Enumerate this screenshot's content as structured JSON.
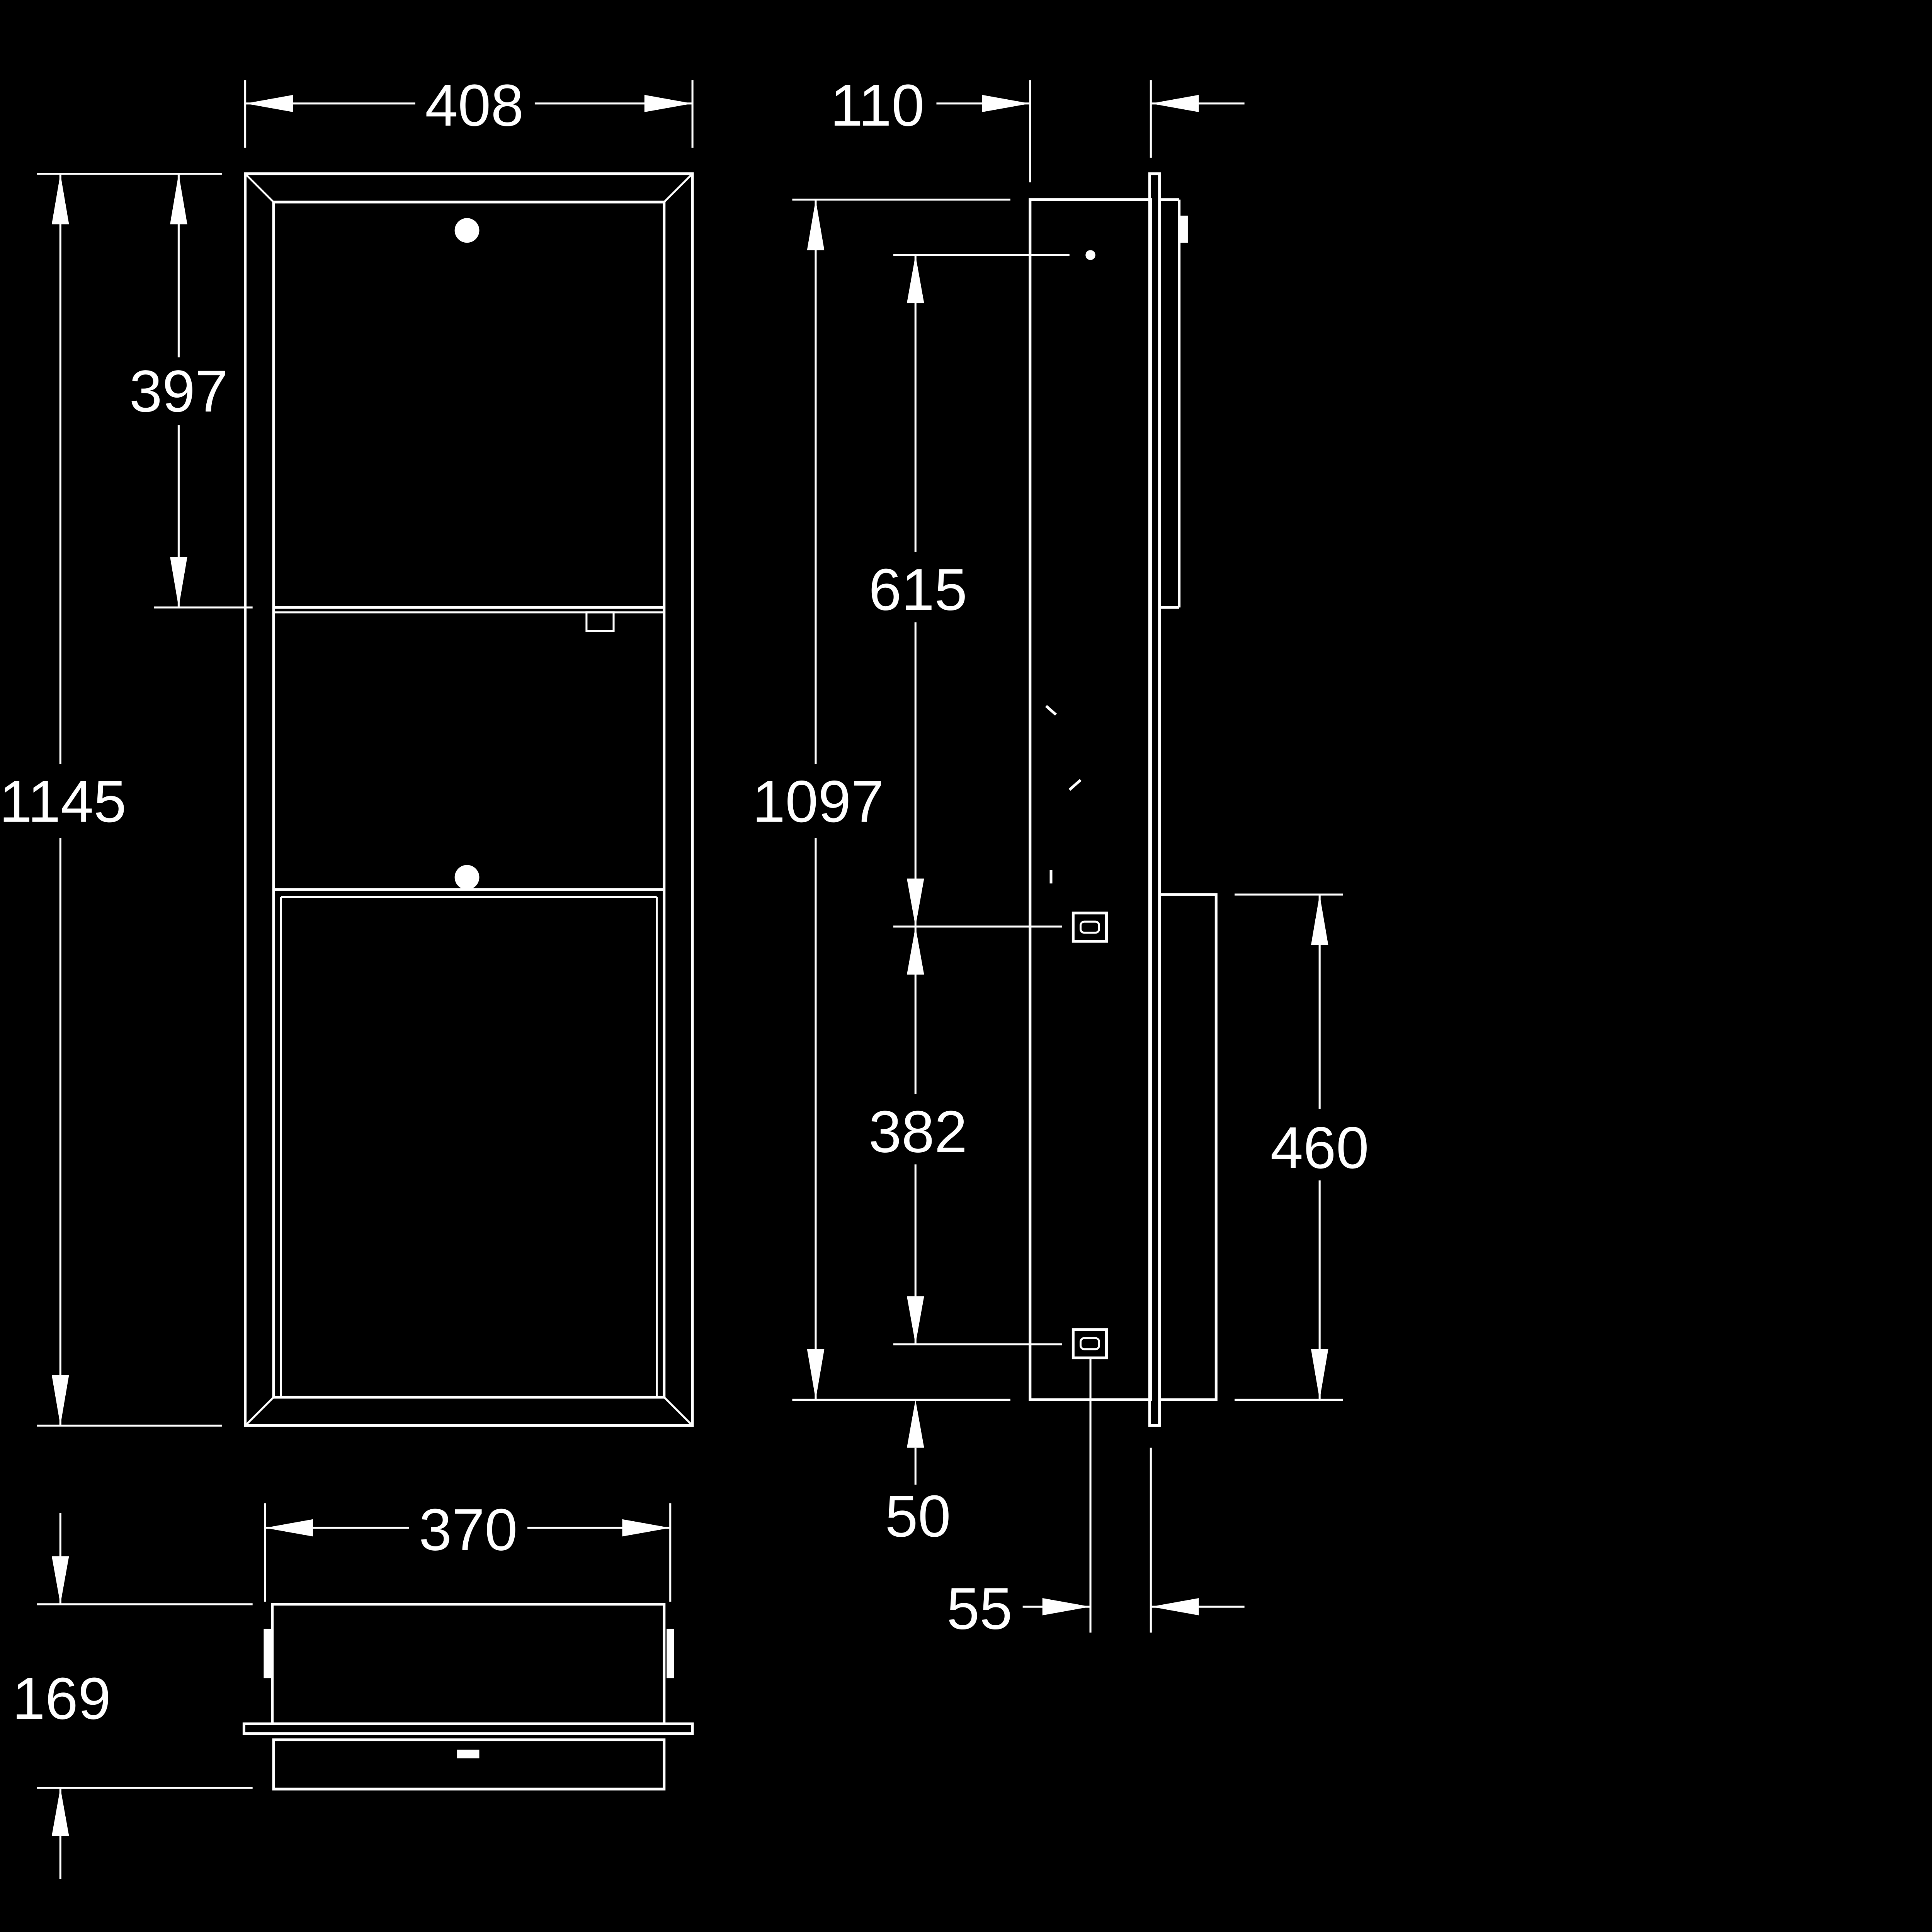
{
  "colors": {
    "background": "#000000",
    "line": "#ffffff"
  },
  "dimensions": {
    "front_width": "408",
    "front_height": "1145",
    "top_section": "397",
    "bottom_width": "370",
    "bottom_depth": "169",
    "side_depth": "110",
    "side_height": "1097",
    "side_upper": "615",
    "side_lower": "382",
    "side_bottom_offset": "50",
    "side_bottom_depth": "55",
    "side_box": "460"
  }
}
